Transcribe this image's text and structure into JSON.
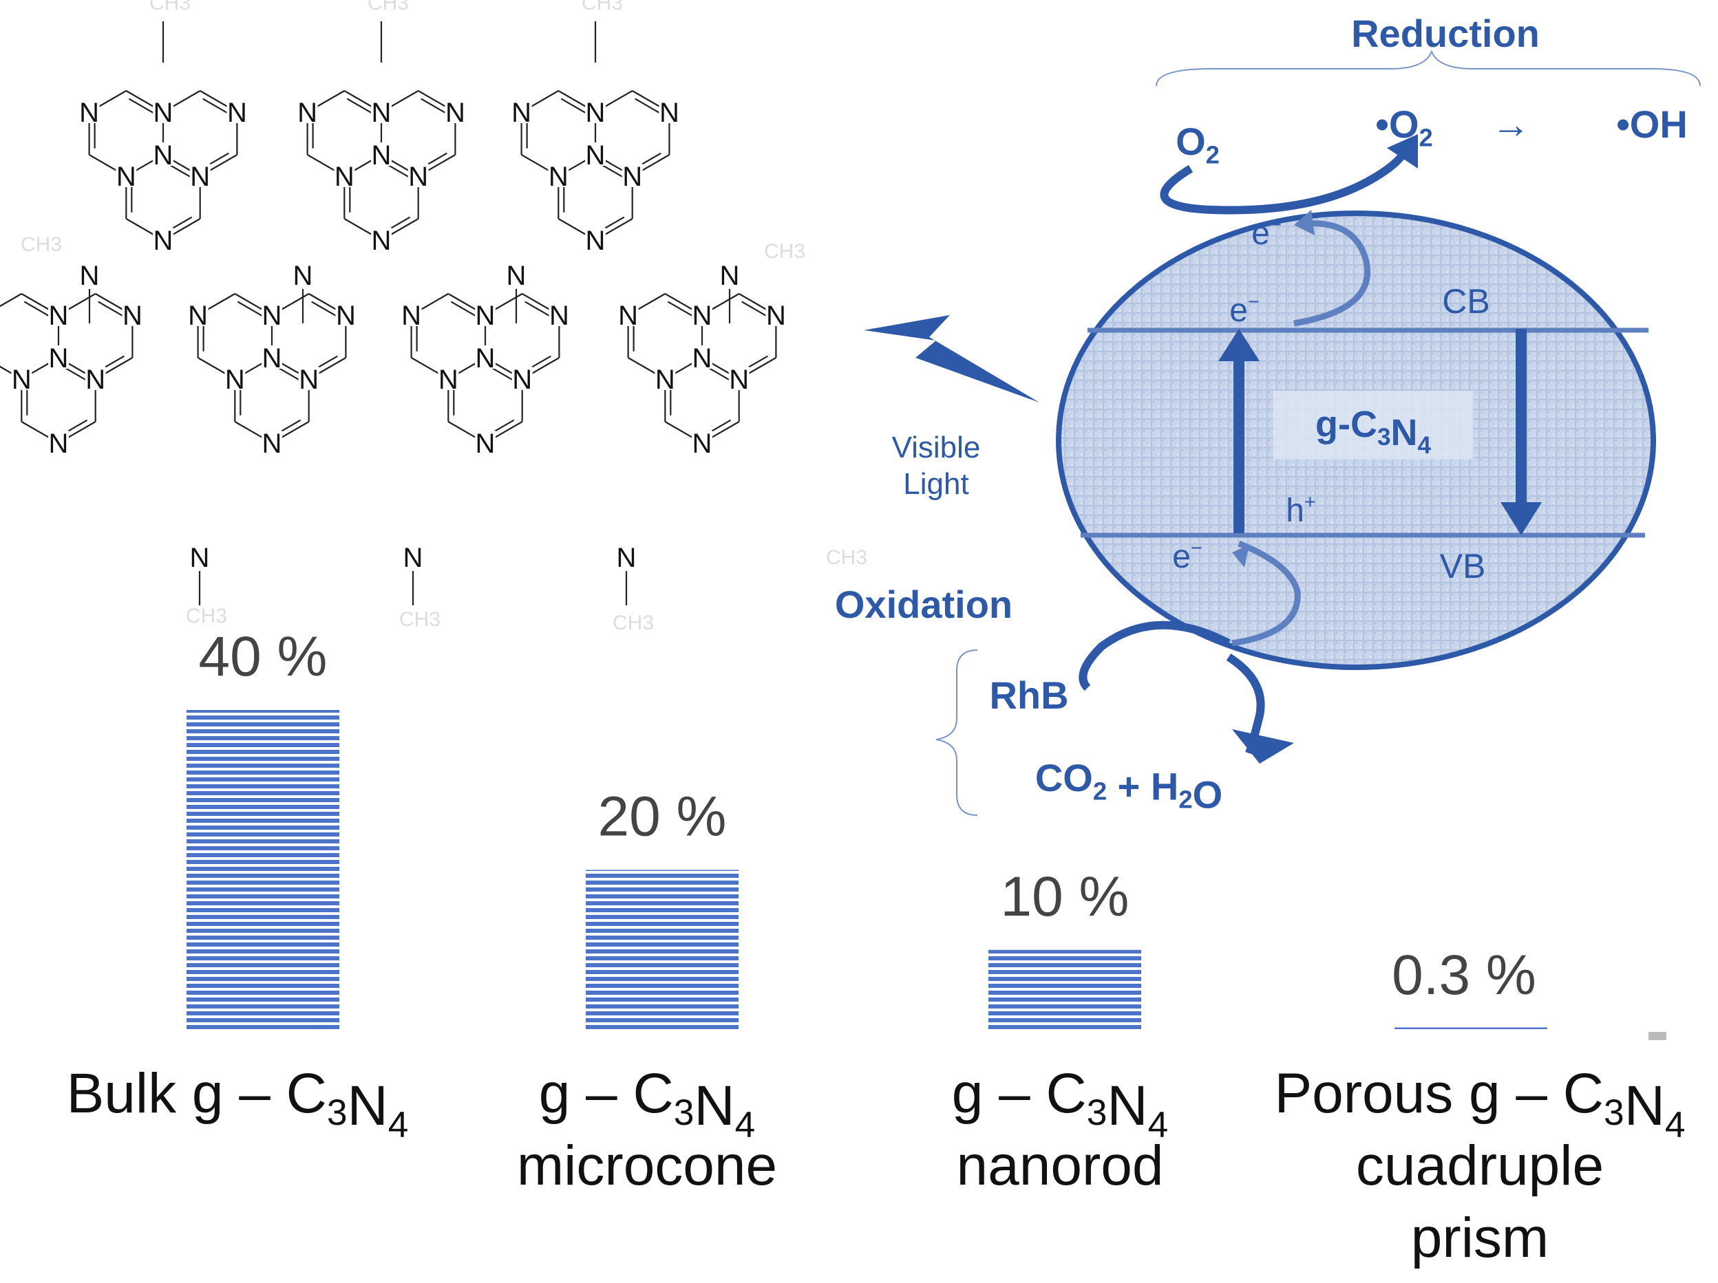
{
  "molecule": {
    "atom_label": "N",
    "substituent_label": "CH3"
  },
  "mechanism": {
    "reduction_label": "Reduction",
    "oxidation_label": "Oxidation",
    "light_label_line1": "Visible",
    "light_label_line2": "Light",
    "o2_label": "O2",
    "superoxide_label": "•O2",
    "arrow": "→",
    "hydroxyl_label": "•OH",
    "electron_label": "e-",
    "hole_label": "h+",
    "cb_label": "CB",
    "vb_label": "VB",
    "catalyst_label": "g-C3N4",
    "rhb_label": "RhB",
    "products_label": "CO2 + H2O",
    "colors": {
      "primary": "#2e59a8",
      "fill": "#c7d3e8",
      "text_light": "#ffffff"
    }
  },
  "chart_data": {
    "type": "bar",
    "categories": [
      "Bulk g – C3N4",
      "g – C3N4 microcone",
      "g – C3N4 nanorod",
      "Porous g – C3N4 cuadruple prism"
    ],
    "values": [
      40,
      20,
      10,
      0.3
    ],
    "value_labels": [
      "40 %",
      "20 %",
      "10 %",
      "0.3 %"
    ],
    "ylim": [
      0,
      40
    ],
    "bar_color": "#4a73c9",
    "bar_style": "horizontal-striped",
    "category_lines": [
      [
        "Bulk g – C3N4"
      ],
      [
        "g – C3N4",
        "microcone"
      ],
      [
        "g – C3N4",
        "nanorod"
      ],
      [
        "Porous g – C3N4",
        "cuadruple",
        "prism"
      ]
    ]
  }
}
